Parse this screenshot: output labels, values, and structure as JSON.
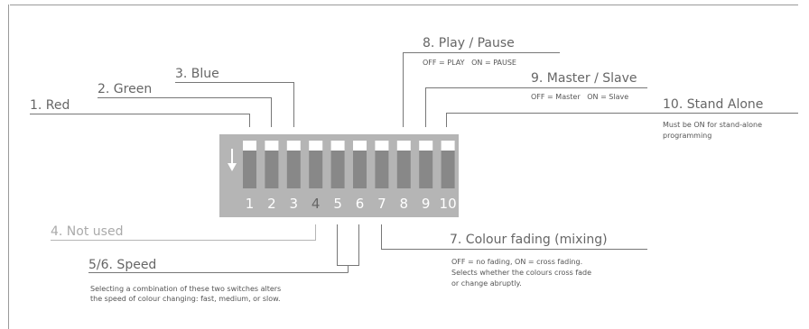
{
  "labels": {
    "red": "1. Red",
    "green": "2. Green",
    "blue": "3. Blue",
    "not_used": "4. Not used",
    "speed": "5/6. Speed",
    "speed_note_1": "Selecting a combination of these two switches alters",
    "speed_note_2": "the speed of colour changing: fast, medium, or slow.",
    "colour_fading": "7. Colour fading (mixing)",
    "fading_note_1": "OFF = no fading, ON = cross fading.",
    "fading_note_2": "Selects whether the colours cross fade",
    "fading_note_3": "or change abruptly.",
    "play_pause": "8. Play / Pause",
    "play_pause_note": "OFF = PLAY   ON = PAUSE",
    "master_slave": "9. Master / Slave",
    "master_slave_note": "OFF = Master   ON = Slave",
    "stand_alone": "10. Stand Alone",
    "stand_alone_note_1": "Must be ON for stand-alone",
    "stand_alone_note_2": "programming"
  },
  "switches": [
    "1",
    "2",
    "3",
    "4",
    "5",
    "6",
    "7",
    "8",
    "9",
    "10"
  ],
  "colors": {
    "panel": "#b5b5b5",
    "switch_track": "#888888",
    "switch_slider": "#ffffff",
    "label": "#666666",
    "label_dim": "#aaaaaa"
  }
}
